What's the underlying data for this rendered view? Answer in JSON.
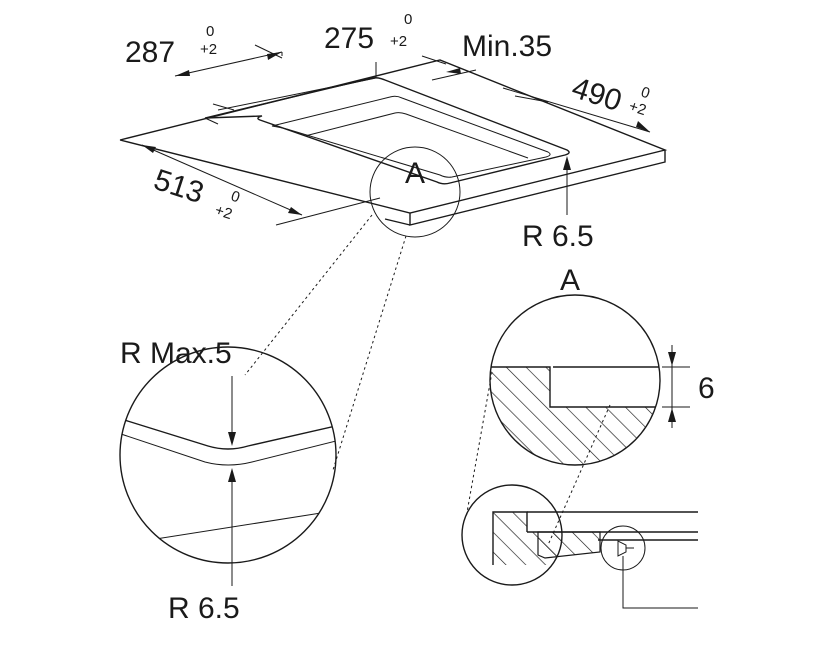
{
  "dimensions": {
    "width_287": {
      "value": "287",
      "tol_upper": "0",
      "tol_lower": "+2"
    },
    "width_275": {
      "value": "275",
      "tol_upper": "0",
      "tol_lower": "+2"
    },
    "min_35": "Min.35",
    "depth_490": {
      "value": "490",
      "tol_upper": "0",
      "tol_lower": "+2"
    },
    "depth_513": {
      "value": "513",
      "tol_upper": "0",
      "tol_lower": "+2"
    },
    "radius_top": "R 6.5",
    "detail_marker": "A",
    "r_max": "R Max.5",
    "radius_bottom": "R 6.5",
    "detail_title": "A",
    "thickness_6": "6"
  },
  "colors": {
    "line": "#1a1a1a",
    "background": "#ffffff"
  }
}
